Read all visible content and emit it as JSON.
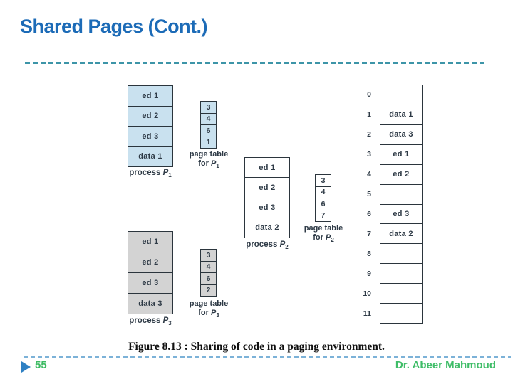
{
  "slide": {
    "title": "Shared Pages (Cont.)",
    "caption": "Figure 8.13 : Sharing of code in a paging environment.",
    "page_number": "55",
    "author": "Dr. Abeer Mahmoud"
  },
  "colors": {
    "title_blue": "#1c6bb7",
    "top_divider_teal": "#3d95a8",
    "bottom_divider_blue": "#7cb2d8",
    "footer_green": "#3dbb63",
    "triangle_blue": "#2e80c3",
    "p1_fill": "#c9e1ef",
    "p2_fill": "#ffffff",
    "p3_fill": "#d3d3d3",
    "cell_border": "#2b353d"
  },
  "diagram": {
    "processes": [
      {
        "label_prefix": "process",
        "symbol": "P",
        "subscript": "1",
        "fill": "#c9e1ef",
        "pages": [
          "ed 1",
          "ed 2",
          "ed 3",
          "data 1"
        ],
        "page_table": {
          "caption_line1": "page table",
          "caption_word": "for",
          "entries": [
            "3",
            "4",
            "6",
            "1"
          ]
        }
      },
      {
        "label_prefix": "process",
        "symbol": "P",
        "subscript": "2",
        "fill": "#ffffff",
        "pages": [
          "ed 1",
          "ed 2",
          "ed 3",
          "data 2"
        ],
        "page_table": {
          "caption_line1": "page table",
          "caption_word": "for",
          "entries": [
            "3",
            "4",
            "6",
            "7"
          ]
        }
      },
      {
        "label_prefix": "process",
        "symbol": "P",
        "subscript": "3",
        "fill": "#d3d3d3",
        "pages": [
          "ed 1",
          "ed 2",
          "ed 3",
          "data 3"
        ],
        "page_table": {
          "caption_line1": "page table",
          "caption_word": "for",
          "entries": [
            "3",
            "4",
            "6",
            "2"
          ]
        }
      }
    ],
    "physical_memory": {
      "frames": [
        {
          "number": "0",
          "content": ""
        },
        {
          "number": "1",
          "content": "data 1"
        },
        {
          "number": "2",
          "content": "data 3"
        },
        {
          "number": "3",
          "content": "ed 1"
        },
        {
          "number": "4",
          "content": "ed 2"
        },
        {
          "number": "5",
          "content": ""
        },
        {
          "number": "6",
          "content": "ed 3"
        },
        {
          "number": "7",
          "content": "data 2"
        },
        {
          "number": "8",
          "content": ""
        },
        {
          "number": "9",
          "content": ""
        },
        {
          "number": "10",
          "content": ""
        },
        {
          "number": "11",
          "content": ""
        }
      ]
    }
  }
}
